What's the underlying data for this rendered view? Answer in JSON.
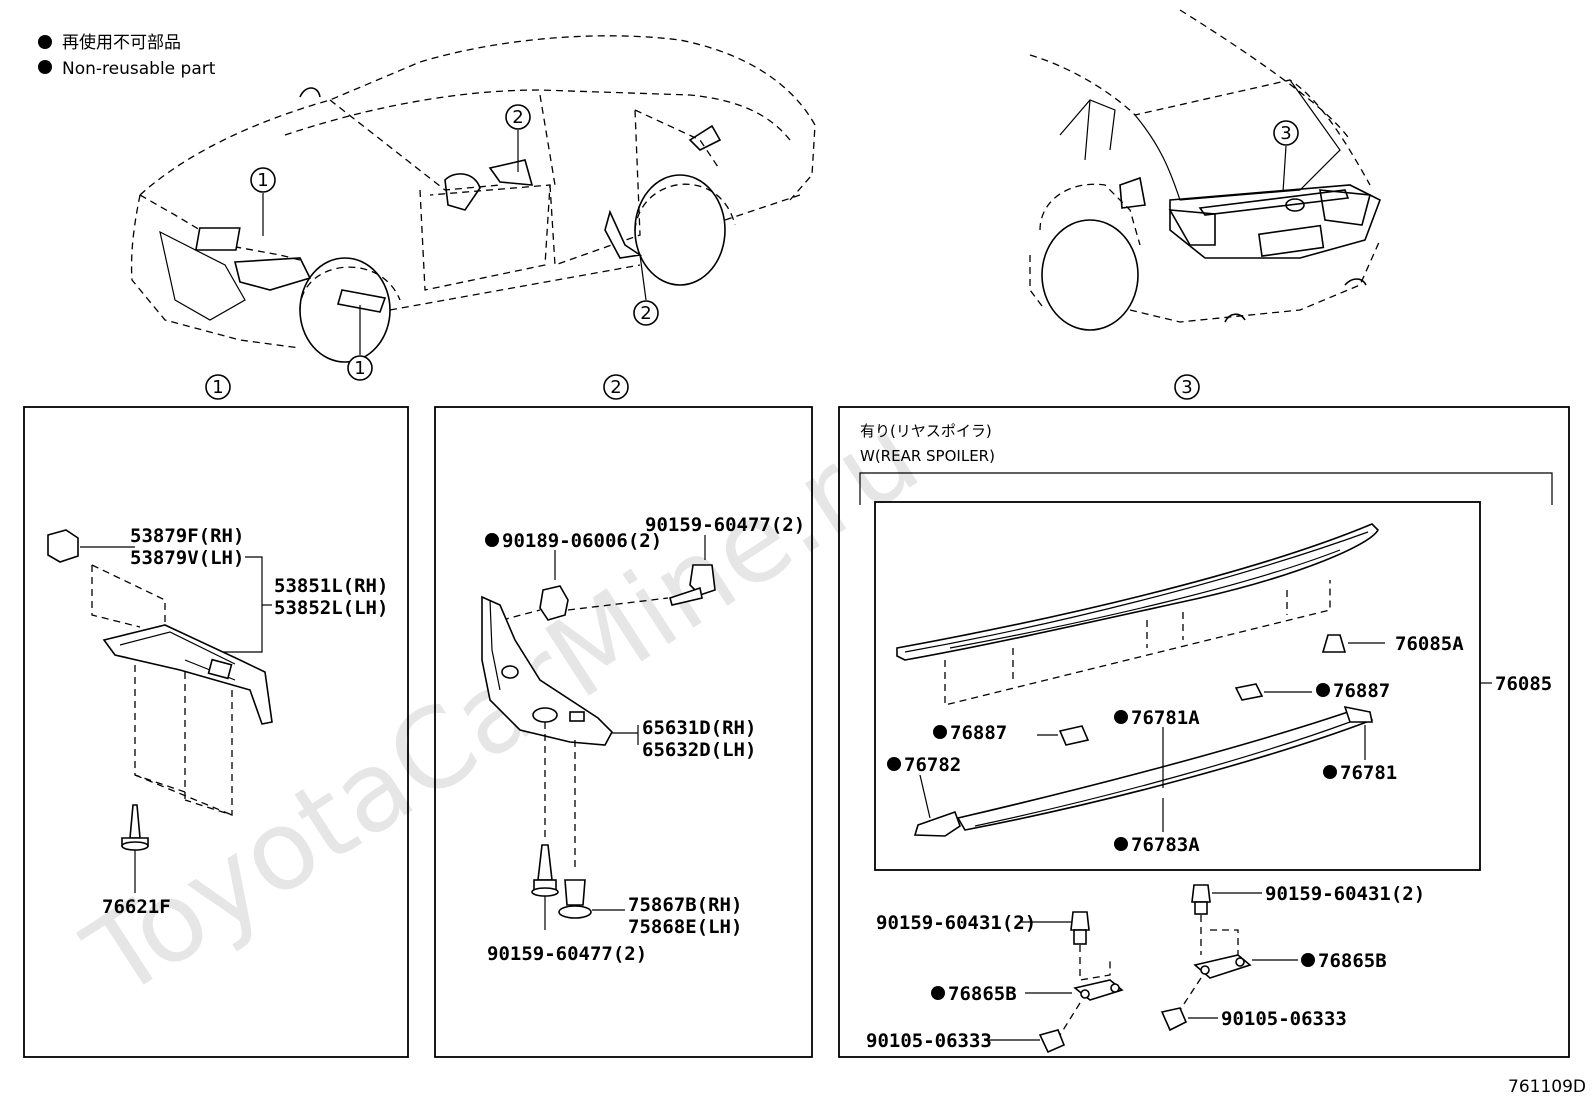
{
  "legend": {
    "jp": "再使用不可部品",
    "en": "Non-reusable part"
  },
  "watermark": "ToyotaCarMine.ru",
  "diagram_id": "761109D",
  "callouts": {
    "c1": "1",
    "c2": "2",
    "c3": "3"
  },
  "panel1": {
    "title": "1",
    "labels": {
      "p53879f": "53879F(RH)",
      "p53879v": "53879V(LH)",
      "p53851l": "53851L(RH)",
      "p53852l": "53852L(LH)",
      "p76621f": "76621F"
    }
  },
  "panel2": {
    "title": "2",
    "labels": {
      "p90189": "90189-06006(2)",
      "p90159top": "90159-60477(2)",
      "p65631d": "65631D(RH)",
      "p65632d": "65632D(LH)",
      "p75867b": "75867B(RH)",
      "p75868e": "75868E(LH)",
      "p90159bot": "90159-60477(2)"
    }
  },
  "panel3": {
    "title": "3",
    "header_jp": "有り(リヤスポイラ)",
    "header_en": "W(REAR SPOILER)",
    "labels": {
      "p76085a": "76085A",
      "p76085": "76085",
      "p76887r": "76887",
      "p76887l": "76887",
      "p76781a": "76781A",
      "p76782": "76782",
      "p76781": "76781",
      "p76783a": "76783A",
      "p90159l": "90159-60431(2)",
      "p90159r": "90159-60431(2)",
      "p76865bl": "76865B",
      "p76865br": "76865B",
      "p90105l": "90105-06333",
      "p90105r": "90105-06333"
    }
  }
}
